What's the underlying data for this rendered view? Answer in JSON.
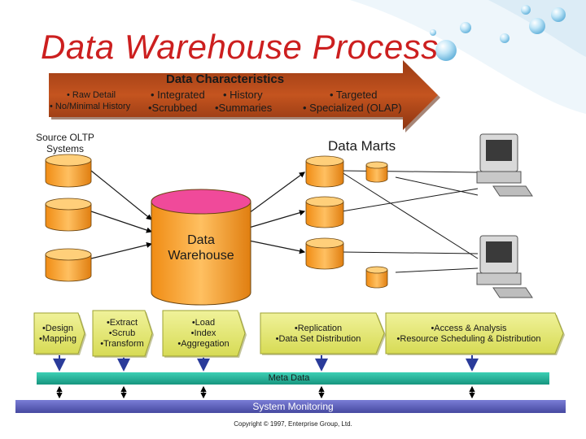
{
  "title": "Data Warehouse Process",
  "characteristics": {
    "heading": "Data Characteristics",
    "col1_line1": "• Raw Detail",
    "col1_line2": "• No/Minimal History",
    "col2_line1": "• Integrated",
    "col2_line2": "•Scrubbed",
    "col3_line1": "• History",
    "col3_line2": "•Summaries",
    "col4_line1": "• Targeted",
    "col4_line2": "• Specialized (OLAP)"
  },
  "source_label": "Source OLTP\nSystems",
  "marts_label": "Data Marts",
  "warehouse_label": "Data\nWarehouse",
  "steps": [
    "•Design\n•Mapping",
    "•Extract\n•Scrub\n•Transform",
    "•Load\n•Index\n•Aggregation",
    "•Replication\n•Data Set Distribution",
    "•Access & Analysis\n•Resource Scheduling & Distribution"
  ],
  "meta_data": "Meta Data",
  "system_monitoring": "System Monitoring",
  "copyright": "Copyright © 1997, Enterprise Group, Ltd.",
  "colors": {
    "title": "#cc1f1f",
    "arrow_band": "#b84a1c",
    "cylinder": "#f5a623",
    "cylinder_big": "#f59a2e",
    "step_fill": "#e8eb7a",
    "meta_bar": "#22b39a",
    "monitoring_bar": "#5a5db8"
  }
}
